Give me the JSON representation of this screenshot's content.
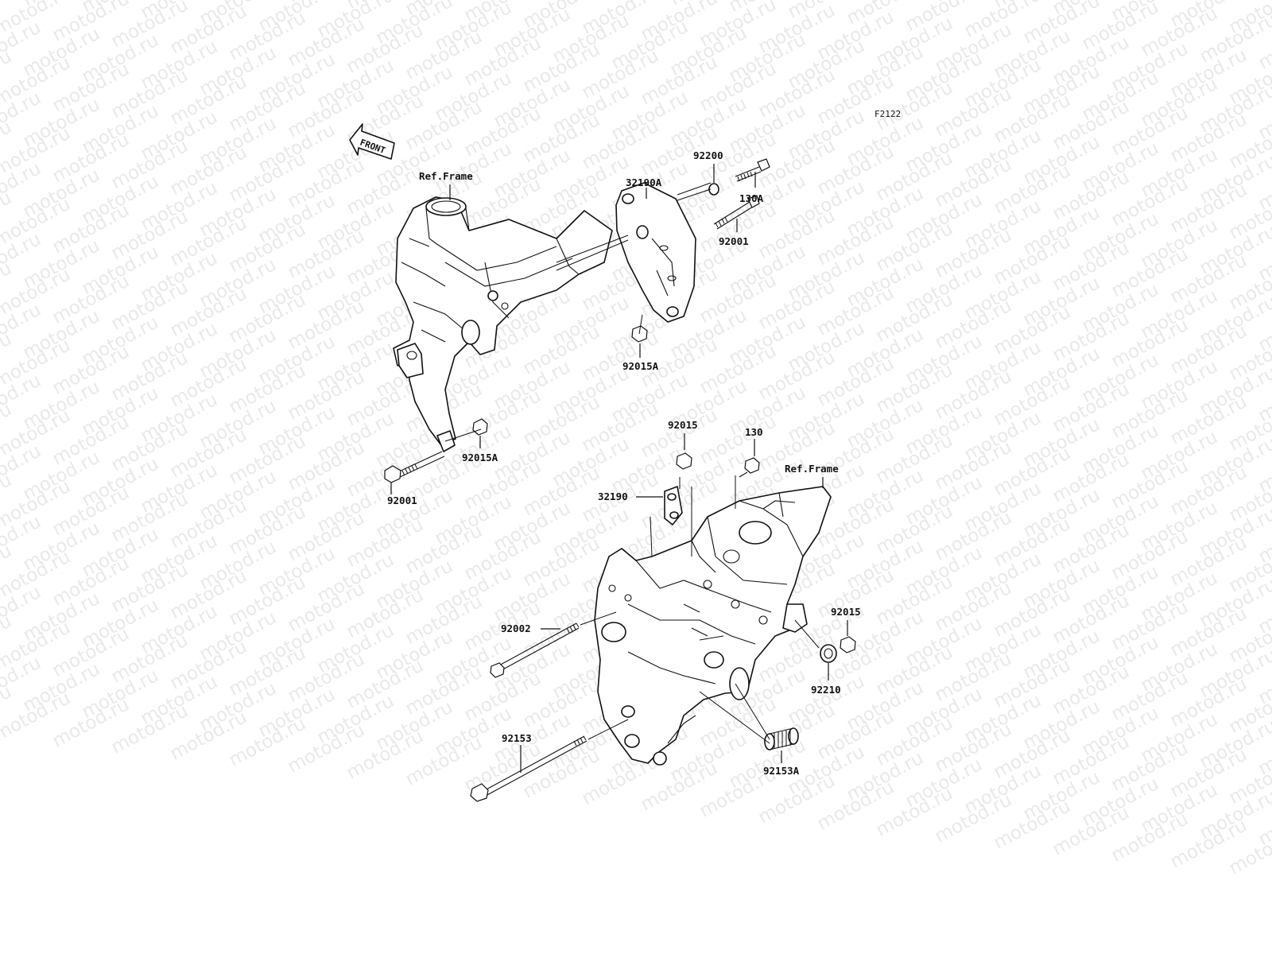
{
  "figure_code": "F2122",
  "front_arrow_label": "FRONT",
  "watermark_text": "motod.ru",
  "upper_assembly": {
    "ref_frame": "Ref.Frame",
    "callouts": [
      "92200",
      "32190A",
      "130A",
      "92001",
      "92015A",
      "92015A",
      "92001"
    ]
  },
  "lower_assembly": {
    "ref_frame": "Ref.Frame",
    "callouts": [
      "92015",
      "130",
      "32190",
      "92015",
      "92002",
      "92210",
      "92153",
      "92153A"
    ]
  },
  "colors": {
    "line": "#111111",
    "watermark": "#e9e9e9",
    "background": "#ffffff"
  }
}
